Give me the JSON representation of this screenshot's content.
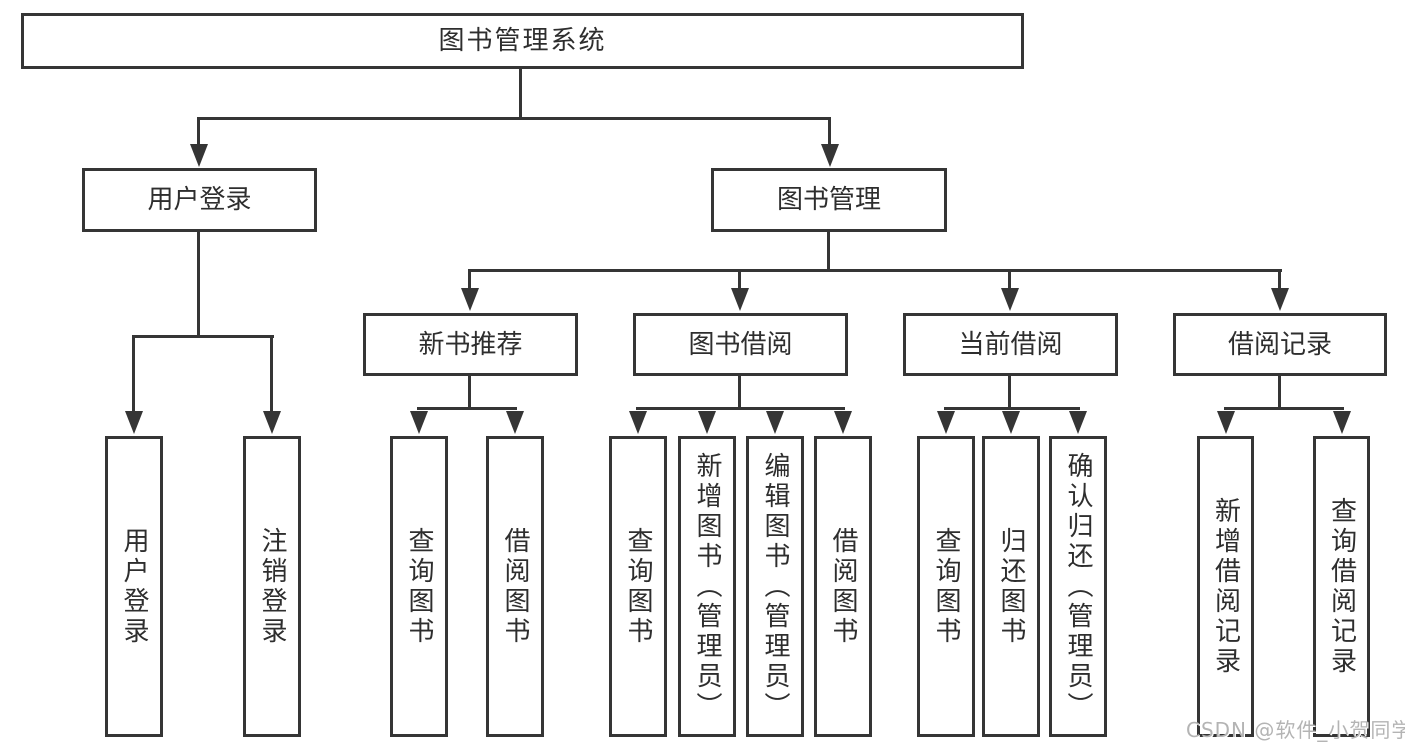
{
  "diagram": {
    "root": {
      "label": "图书管理系统"
    },
    "level2": [
      {
        "label": "用户登录",
        "children": [
          {
            "label": "用户登录"
          },
          {
            "label": "注销登录"
          }
        ]
      },
      {
        "label": "图书管理",
        "children": [
          {
            "label": "新书推荐",
            "children": [
              {
                "label": "查询图书"
              },
              {
                "label": "借阅图书"
              }
            ]
          },
          {
            "label": "图书借阅",
            "children": [
              {
                "label": "查询图书"
              },
              {
                "label": "新增图书（管理员）"
              },
              {
                "label": "编辑图书（管理员）"
              },
              {
                "label": "借阅图书"
              }
            ]
          },
          {
            "label": "当前借阅",
            "children": [
              {
                "label": "查询图书"
              },
              {
                "label": "归还图书"
              },
              {
                "label": "确认归还（管理员）"
              }
            ]
          },
          {
            "label": "借阅记录",
            "children": [
              {
                "label": "新增借阅记录"
              },
              {
                "label": "查询借阅记录"
              }
            ]
          }
        ]
      }
    ]
  },
  "watermark": {
    "text": "CSDN @软件_小贺同学"
  },
  "colors": {
    "line": "#353535",
    "text": "#2e2e2e",
    "box_background": "#ffffff",
    "watermark": "#b4b4b4",
    "page_background": "#ffffff"
  }
}
